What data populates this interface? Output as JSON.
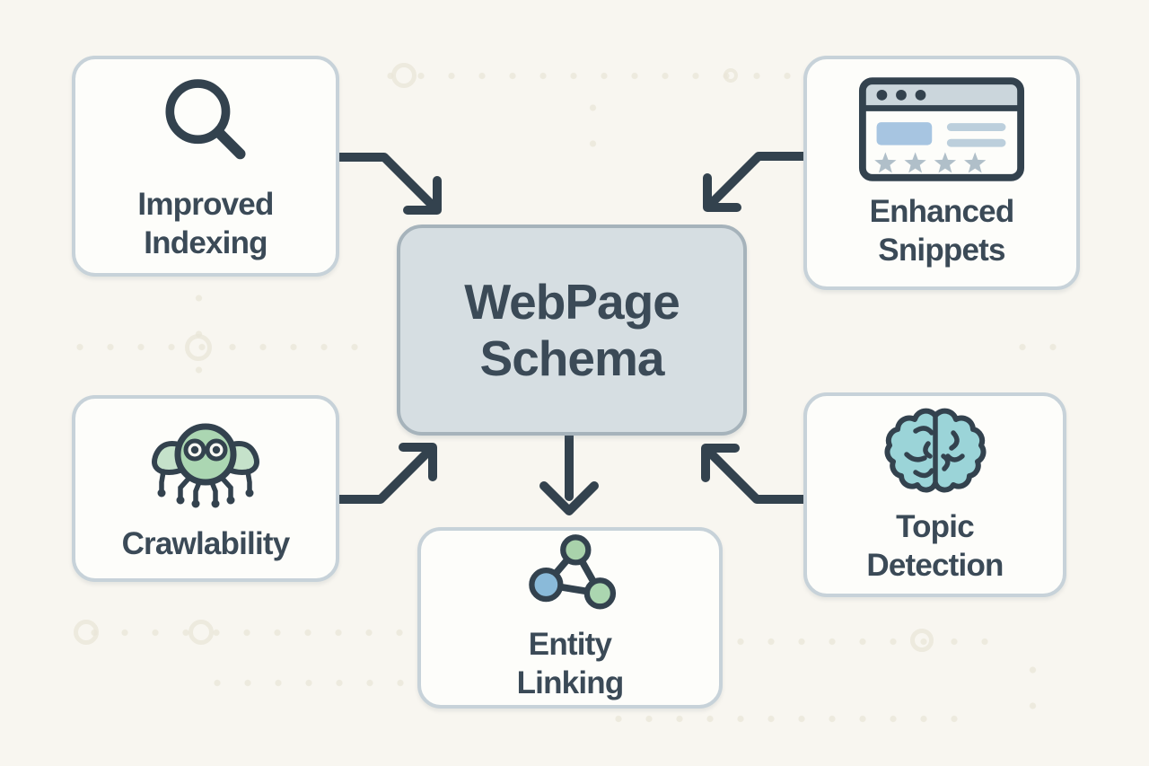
{
  "diagram_title": "WebPage Schema benefits diagram",
  "center": {
    "line1": "WebPage",
    "line2": "Schema"
  },
  "nodes": {
    "improved_indexing": {
      "line1": "Improved",
      "line2": "Indexing",
      "icon": "magnifier-icon"
    },
    "enhanced_snippets": {
      "line1": "Enhanced",
      "line2": "Snippets",
      "icon": "browser-snippet-icon"
    },
    "crawlability": {
      "line1": "Crawlability",
      "icon": "spider-icon"
    },
    "topic_detection": {
      "line1": "Topic",
      "line2": "Detection",
      "icon": "brain-icon"
    },
    "entity_linking": {
      "line1": "Entity",
      "line2": "Linking",
      "icon": "linked-nodes-icon"
    }
  },
  "connectors": [
    "improved-indexing-to-center",
    "enhanced-snippets-to-center",
    "crawlability-to-center",
    "topic-detection-to-center",
    "center-to-entity-linking"
  ],
  "theme": {
    "background": "#f8f6f0",
    "card_fill": "#fdfdfa",
    "card_border": "#c7d2d9",
    "center_fill": "#d6dee2",
    "center_border": "#a6b3bb",
    "ink": "#3b4a57",
    "arrow": "#33424e",
    "outline": "#33424e",
    "spider_green": "#abd6b2",
    "spider_green_light": "#c5e2ca",
    "brain_teal": "#9bd4d8",
    "node_blue": "#8abad9",
    "node_green": "#a9d2ab",
    "node_green2": "#abd6b0",
    "browser_bar": "#cbd6dc",
    "browser_blue": "#a7c5e1",
    "browser_line": "#bccfdc",
    "star_gray": "#b0bfc9",
    "eye_white": "#f7f7f3",
    "dot_faint": "#e9e6d8"
  }
}
